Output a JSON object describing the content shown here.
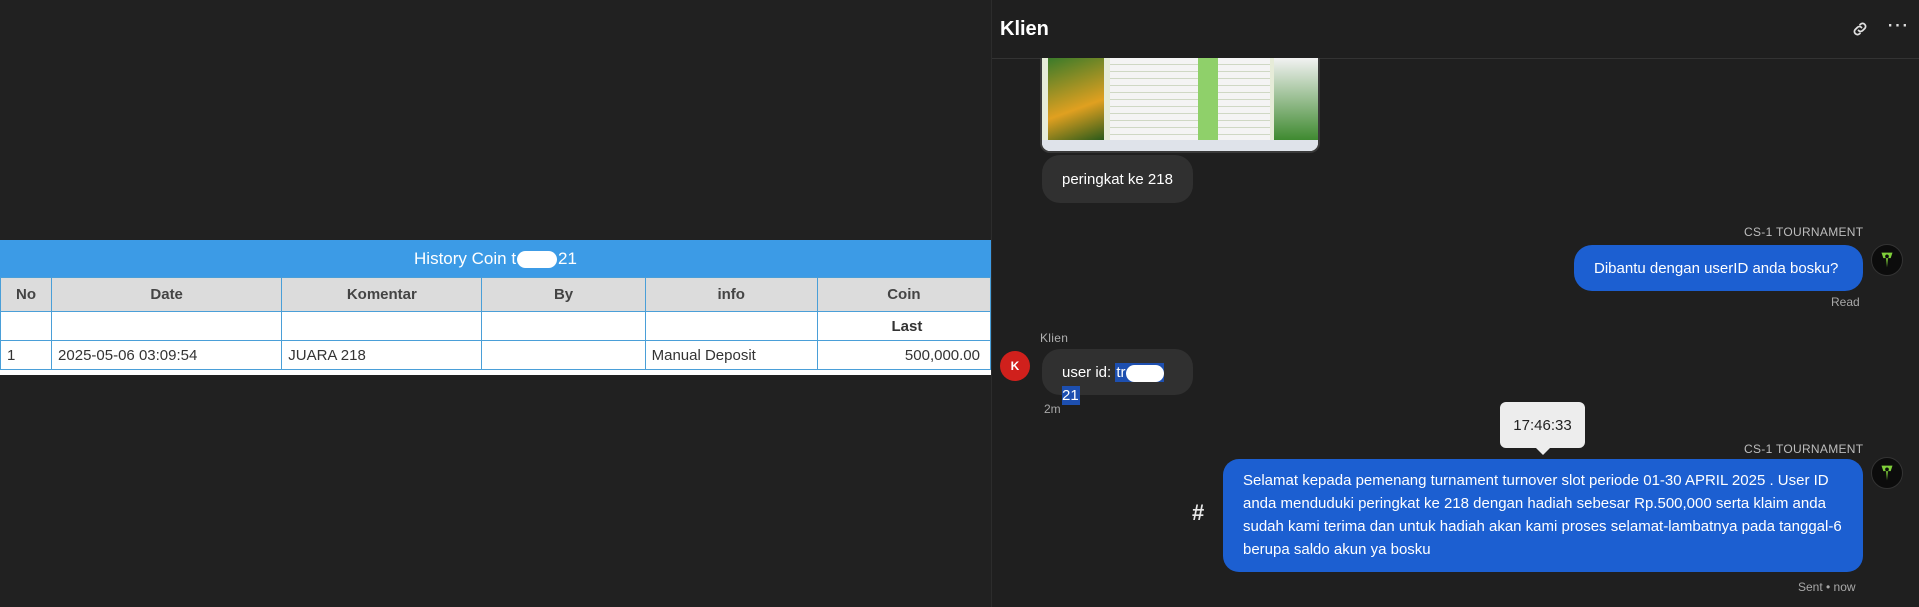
{
  "history": {
    "title_prefix": "History Coin t",
    "title_suffix": "21",
    "columns": [
      "No",
      "Date",
      "Komentar",
      "By",
      "info",
      "Coin"
    ],
    "subheader": "Last",
    "rows": [
      {
        "no": "1",
        "date": "2025-05-06 03:09:54",
        "komentar": "JUARA 218",
        "by": "",
        "info": "Manual Deposit",
        "coin": "500,000.00"
      }
    ]
  },
  "chat": {
    "title": "Klien",
    "messages": {
      "m1": "peringkat ke 218",
      "cs_sender": "CS-1 TOURNAMENT",
      "m2": "Dibantu dengan userID anda bosku?",
      "m2_status": "Read",
      "klien_sender": "Klien",
      "klien_avatar": "K",
      "m3_prefix": "user id: ",
      "m3_hl_prefix": "tr",
      "m3_hl_suffix": "21",
      "m3_time": "2m",
      "tooltip_time": "17:46:33",
      "m4": "Selamat kepada pemenang turnament turnover slot periode 01-30 APRIL 2025 . User ID anda menduduki peringkat ke 218 dengan hadiah sebesar Rp.500,000 serta klaim anda sudah kami terima dan untuk hadiah akan kami proses selamat-lambatnya pada tanggal-6 berupa saldo akun ya bosku",
      "m4_status": "Sent • now"
    }
  },
  "icons": [
    "link-icon",
    "more-icon",
    "hash-icon"
  ],
  "colors": {
    "header_blue": "#3c9be6",
    "bubble_out": "#1c5fd1",
    "bubble_in": "#303030",
    "amount_green": "#2e8b2e",
    "avatar_red": "#d0201c"
  }
}
